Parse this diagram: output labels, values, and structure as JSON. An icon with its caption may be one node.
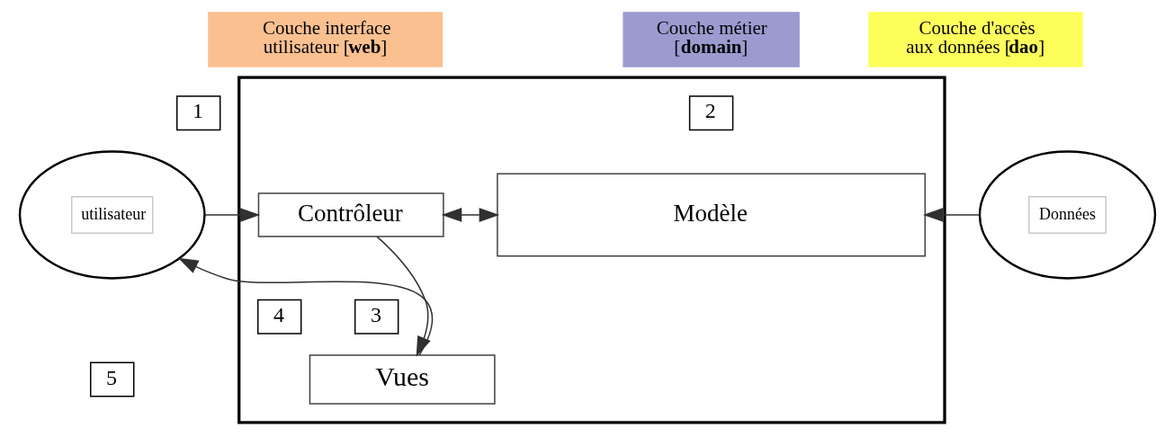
{
  "diagram": {
    "nodes": [
      {
        "text": [
          "Couche interface utilisateur [**web**]"
        ]
      },
      {
        "text": [
          "Couche métier [**domain**]"
        ]
      },
      {
        "text": [
          "Couche d'accès aux données [**dao**]"
        ]
      },
      {
        "text": [
          "utilisateur"
        ]
      },
      {
        "text": [
          "1"
        ]
      },
      {
        "text": [],
        "shape": "box"
      },
      {
        "text": [
          "Contrôleur"
        ],
        "in": 5
      },
      {
        "text": [
          "2"
        ],
        "in": 5
      },
      {
        "text": [
          "4"
        ],
        "in": 5
      },
      {
        "text": [
          "3"
        ],
        "in": 5
      },
      {
        "text": [
          "Vues"
        ],
        "in": 5
      },
      {
        "text": [
          "Modèle"
        ],
        "in": 5
      },
      {
        "text": [
          "5"
        ]
      },
      {
        "text": [
          "Données"
        ]
      }
    ],
    "edges": [
      {
        "from": 3,
        "to": 6,
        "arrow": "to"
      },
      {
        "from": 6,
        "to": 11,
        "arrow": "both"
      },
      {
        "from": 6,
        "to": 10,
        "arrow": "to"
      },
      {
        "from": 10,
        "to": 3,
        "arrow": "to"
      },
      {
        "from": 13,
        "to": 11,
        "arrow": "to"
      }
    ]
  }
}
